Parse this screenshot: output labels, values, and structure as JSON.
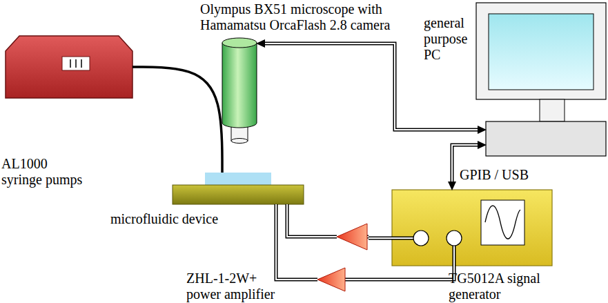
{
  "diagram": {
    "nodes": [
      {
        "text": [
          "AL1000 syringe pumps"
        ]
      },
      {
        "text": [
          "Olympus BX51 microscope with Hamamatsu OrcaFlash 2.8 camera"
        ]
      },
      {
        "text": [
          "general purpose PC"
        ]
      },
      {
        "text": [
          "microfluidic device"
        ]
      },
      {
        "text": [
          "ZHL-1-2W+ power amplifier"
        ]
      },
      {
        "text": [
          "TG5012A signal generator"
        ]
      }
    ],
    "edges": [
      {
        "from": 0,
        "to": 3,
        "arrow": "none"
      },
      {
        "from": 1,
        "to": 2,
        "arrow": "both"
      },
      {
        "from": 2,
        "to": 5,
        "arrow": "both",
        "label": "GPIB / USB"
      },
      {
        "from": 5,
        "to": 4,
        "arrow": "none"
      },
      {
        "from": 4,
        "to": 3,
        "arrow": "none"
      }
    ]
  }
}
